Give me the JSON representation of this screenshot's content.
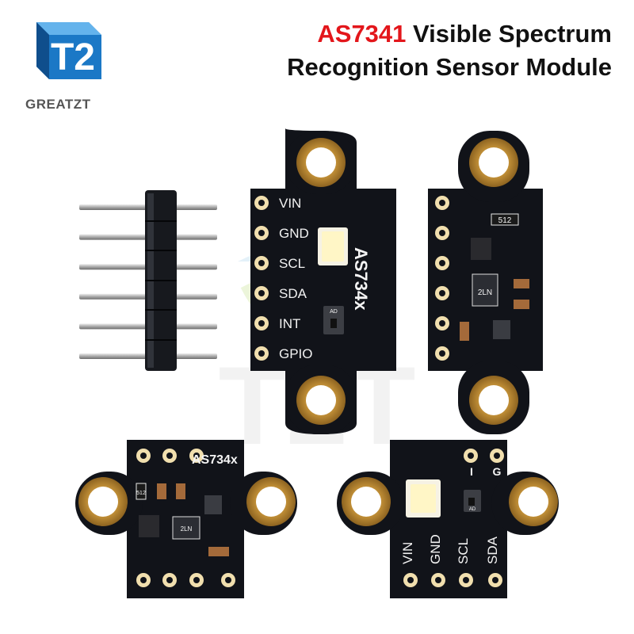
{
  "brand": {
    "name": "GREATZT",
    "logo_mark": "T2",
    "watermark": "T2T",
    "logo_colors": [
      "#1e7fd0",
      "#69b7ee",
      "#0f4f8f"
    ]
  },
  "title": {
    "model": "AS7341",
    "line1_rest": "Visible Spectrum",
    "line2": "Recognition Sensor Module",
    "accent_color": "#e3161b"
  },
  "pin_header": {
    "pin_count": 6,
    "icon": "pin-header-icon"
  },
  "module_front_vertical": {
    "pins": [
      "VIN",
      "GND",
      "SCL",
      "SDA",
      "INT",
      "GPIO"
    ],
    "chip_label": "AS734x",
    "sensor_marking": "AD"
  },
  "module_back_vertical": {
    "component_markings": [
      "512",
      "2LN"
    ]
  },
  "module_back_horizontal": {
    "silk_label": "AS734x",
    "component_markings": [
      "512",
      "2LN"
    ]
  },
  "module_front_horizontal": {
    "bottom_pins": [
      "VIN",
      "GND",
      "SCL",
      "SDA"
    ],
    "top_pins": [
      "I",
      "G"
    ],
    "sensor_marking": "AD"
  },
  "colors": {
    "pcb": "#101218",
    "pad_gold": "#c89a3c",
    "pad_light": "#f1dfae",
    "led": "#fff8cf"
  }
}
